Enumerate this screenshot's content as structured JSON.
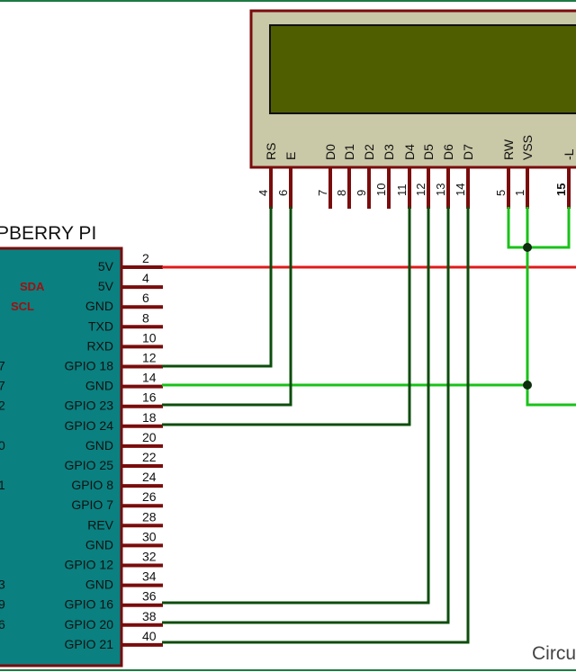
{
  "board": {
    "title": "PBERRY PI",
    "special_labels": [
      "SDA",
      "SCL"
    ],
    "left_fragments": [
      "7",
      "7",
      "2",
      "0",
      "1",
      "3",
      "9",
      "6"
    ],
    "pins": [
      {
        "num": "2",
        "label": "5V"
      },
      {
        "num": "4",
        "label": "5V"
      },
      {
        "num": "6",
        "label": "GND"
      },
      {
        "num": "8",
        "label": "TXD"
      },
      {
        "num": "10",
        "label": "RXD"
      },
      {
        "num": "12",
        "label": "GPIO 18"
      },
      {
        "num": "14",
        "label": "GND"
      },
      {
        "num": "16",
        "label": "GPIO 23"
      },
      {
        "num": "18",
        "label": "GPIO 24"
      },
      {
        "num": "20",
        "label": "GND"
      },
      {
        "num": "22",
        "label": "GPIO 25"
      },
      {
        "num": "24",
        "label": "GPIO 8"
      },
      {
        "num": "26",
        "label": "GPIO 7"
      },
      {
        "num": "28",
        "label": "REV"
      },
      {
        "num": "30",
        "label": "GND"
      },
      {
        "num": "32",
        "label": "GPIO 12"
      },
      {
        "num": "34",
        "label": "GND"
      },
      {
        "num": "36",
        "label": "GPIO 16"
      },
      {
        "num": "38",
        "label": "GPIO 20"
      },
      {
        "num": "40",
        "label": "GPIO 21"
      }
    ]
  },
  "lcd": {
    "pins": [
      {
        "label": "RS",
        "num": "4"
      },
      {
        "label": "E",
        "num": "6"
      },
      {
        "label": "D0",
        "num": "7"
      },
      {
        "label": "D1",
        "num": "8"
      },
      {
        "label": "D2",
        "num": "9"
      },
      {
        "label": "D3",
        "num": "10"
      },
      {
        "label": "D4",
        "num": "11"
      },
      {
        "label": "D5",
        "num": "12"
      },
      {
        "label": "D6",
        "num": "13"
      },
      {
        "label": "D7",
        "num": "14"
      },
      {
        "label": "RW",
        "num": "5"
      },
      {
        "label": "VSS",
        "num": "1"
      },
      {
        "label": "-L",
        "num": "15"
      }
    ]
  },
  "watermark": "Circu",
  "colors": {
    "board": "#0a8080",
    "board_border": "#7a0c0c",
    "pin_lead": "#7a0c0c",
    "lcd_frame": "#c9c8a7",
    "lcd_screen": "#4f5f00",
    "wire_signal": "#0d4d0d",
    "wire_gnd": "#19c219",
    "wire_vcc": "#e01b1b",
    "label_red": "#a01010",
    "top_border": "#1d7a43"
  }
}
